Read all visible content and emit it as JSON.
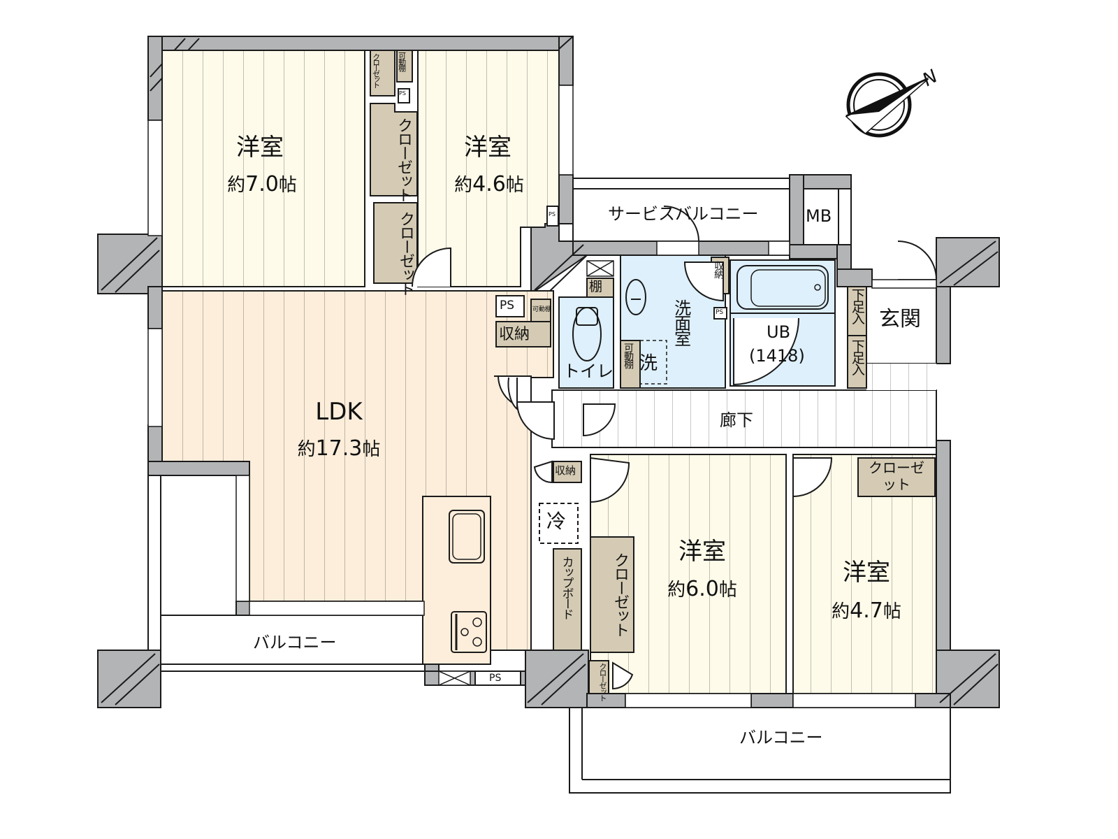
{
  "floor_plan": {
    "colors": {
      "wall": "#b3b4b6",
      "western_room_floor": "#fefbea",
      "ldk_floor": "#fdeedb",
      "wet_area_floor": "#def0fb",
      "storage": "#d5cbb4",
      "hallway_floor": "#ffffff",
      "grain_line": "#bcb9ad",
      "line": "#1a1a1a"
    },
    "compass": {
      "label": "N"
    },
    "rooms": [
      {
        "id": "western-1",
        "name": "洋室",
        "size_prefix": "約",
        "size_value": "7.0",
        "size_unit": "帖"
      },
      {
        "id": "western-2",
        "name": "洋室",
        "size_prefix": "約",
        "size_value": "4.6",
        "size_unit": "帖"
      },
      {
        "id": "ldk",
        "name": "LDK",
        "size_prefix": "約",
        "size_value": "17.3",
        "size_unit": "帖"
      },
      {
        "id": "western-3",
        "name": "洋室",
        "size_prefix": "約",
        "size_value": "6.0",
        "size_unit": "帖"
      },
      {
        "id": "western-4",
        "name": "洋室",
        "size_prefix": "約",
        "size_value": "4.7",
        "size_unit": "帖"
      }
    ],
    "labels": {
      "service_balcony": "サービスバルコニー",
      "balcony_left": "バルコニー",
      "balcony_bottom": "バルコニー",
      "mb": "MB",
      "entrance": "玄関",
      "hallway": "廊下",
      "toilet": "トイレ",
      "washroom": "洗面室",
      "wash": "洗",
      "ub": "UB",
      "ub_size": "(1418)",
      "shoe_box_1": "下足入",
      "shoe_box_2": "下足入",
      "shelf": "棚",
      "movable_shelf": "可動棚",
      "storage": "収納",
      "ps": "PS",
      "closet": "クローゼット",
      "fridge": "冷",
      "cupboard": "カップボード"
    }
  }
}
